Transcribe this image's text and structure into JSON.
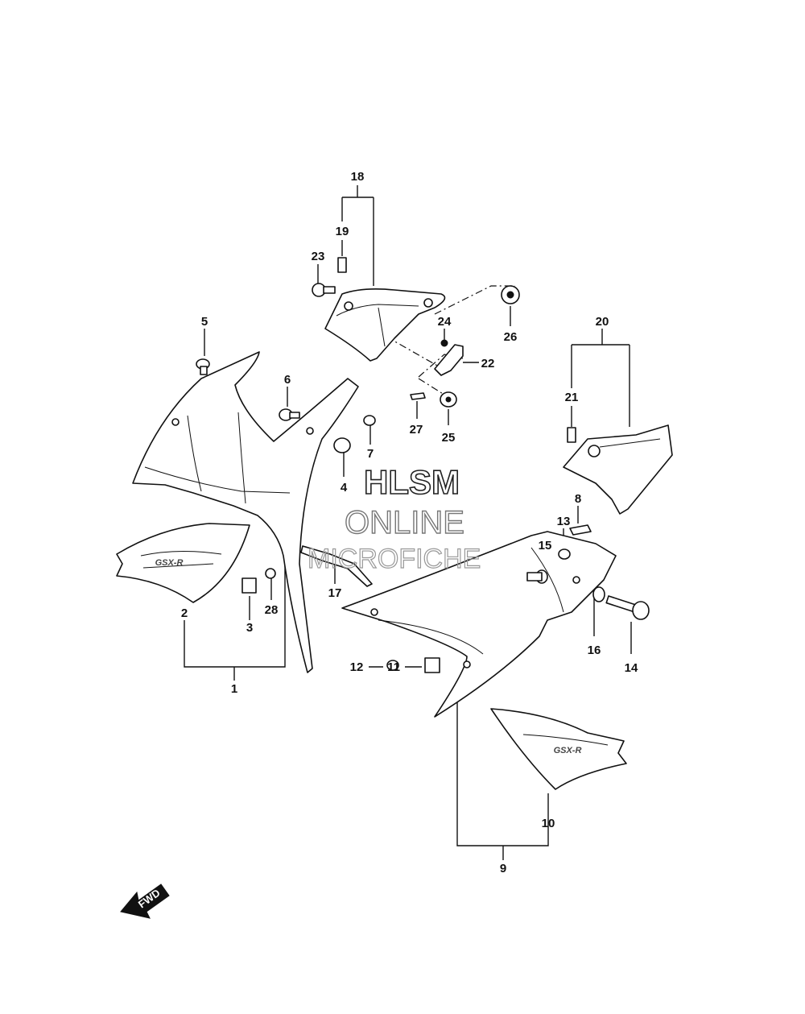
{
  "watermark": {
    "line1": "HLSM",
    "line2": "ONLINE",
    "line3": "MICROFICHE"
  },
  "direction_badge": "FWD",
  "callouts": [
    {
      "id": "c1",
      "text": "1"
    },
    {
      "id": "c2",
      "text": "2"
    },
    {
      "id": "c3",
      "text": "3"
    },
    {
      "id": "c4",
      "text": "4"
    },
    {
      "id": "c5",
      "text": "5"
    },
    {
      "id": "c6",
      "text": "6"
    },
    {
      "id": "c7",
      "text": "7"
    },
    {
      "id": "c8",
      "text": "8"
    },
    {
      "id": "c9",
      "text": "9"
    },
    {
      "id": "c10",
      "text": "10"
    },
    {
      "id": "c11",
      "text": "11"
    },
    {
      "id": "c12",
      "text": "12"
    },
    {
      "id": "c13",
      "text": "13"
    },
    {
      "id": "c14",
      "text": "14"
    },
    {
      "id": "c15",
      "text": "15"
    },
    {
      "id": "c16",
      "text": "16"
    },
    {
      "id": "c17",
      "text": "17"
    },
    {
      "id": "c18",
      "text": "18"
    },
    {
      "id": "c19",
      "text": "19"
    },
    {
      "id": "c20",
      "text": "20"
    },
    {
      "id": "c21",
      "text": "21"
    },
    {
      "id": "c22",
      "text": "22"
    },
    {
      "id": "c23",
      "text": "23"
    },
    {
      "id": "c24",
      "text": "24"
    },
    {
      "id": "c25",
      "text": "25"
    },
    {
      "id": "c26",
      "text": "26"
    },
    {
      "id": "c27",
      "text": "27"
    },
    {
      "id": "c28",
      "text": "28"
    }
  ]
}
